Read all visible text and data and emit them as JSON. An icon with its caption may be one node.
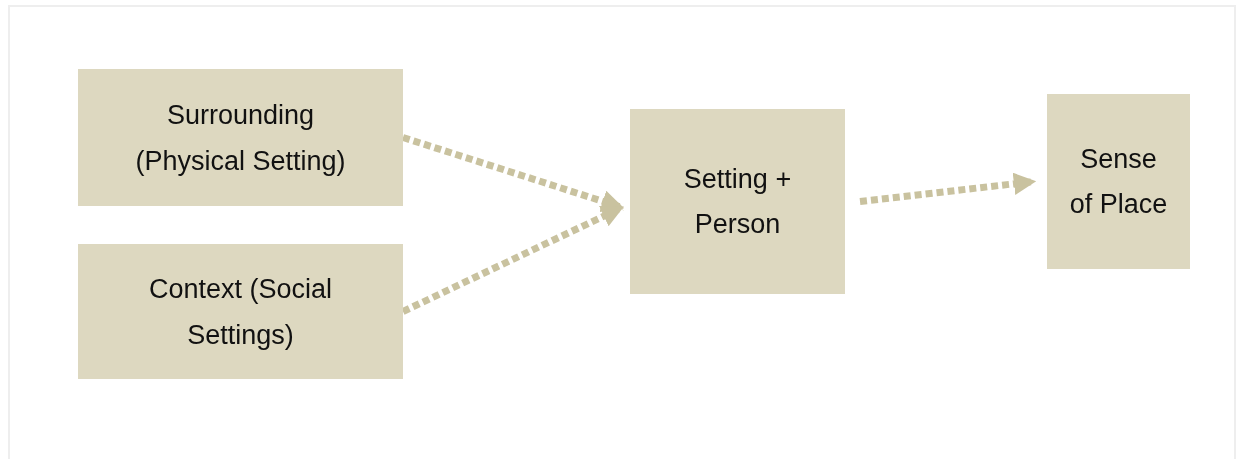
{
  "diagram": {
    "nodes": [
      {
        "text": [
          "Surrounding (Physical Setting)"
        ]
      },
      {
        "text": [
          "Context (Social Settings)"
        ]
      },
      {
        "text": [
          "Setting + Person"
        ]
      },
      {
        "text": [
          "Sense of Place"
        ]
      }
    ],
    "edges": [
      {
        "from": 0,
        "to": 2,
        "arrow": "to",
        "style": "dashed"
      },
      {
        "from": 1,
        "to": 2,
        "arrow": "to",
        "style": "dashed"
      },
      {
        "from": 2,
        "to": 3,
        "arrow": "to",
        "style": "dashed"
      }
    ]
  }
}
